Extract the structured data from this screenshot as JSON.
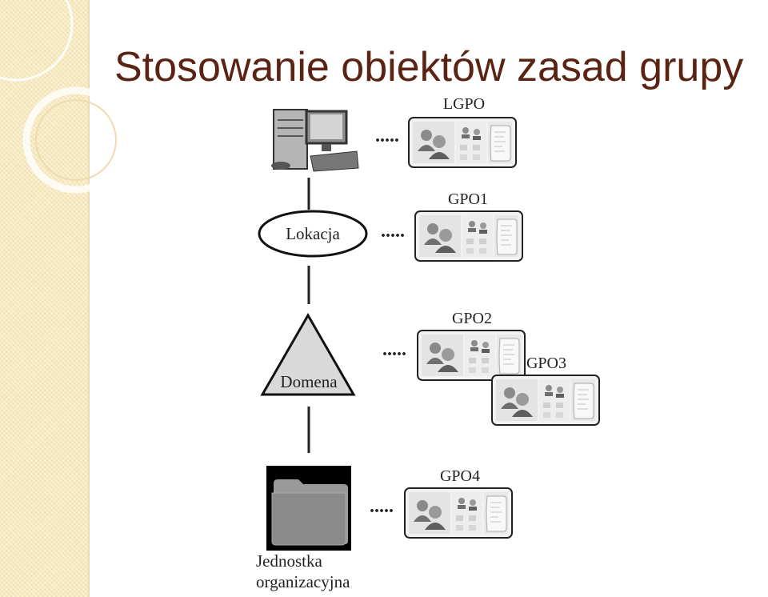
{
  "slide": {
    "title": "Stosowanie obiektów zasad grupy"
  },
  "diagram": {
    "gpo_labels": {
      "lgpo": "LGPO",
      "gpo1": "GPO1",
      "gpo2": "GPO2",
      "gpo3": "GPO3",
      "gpo4": "GPO4"
    },
    "nodes": {
      "location": "Lokacja",
      "domain": "Domena",
      "ou_line1": "Jednostka",
      "ou_line2": "organizacyjna"
    },
    "connector_dots": "....."
  }
}
